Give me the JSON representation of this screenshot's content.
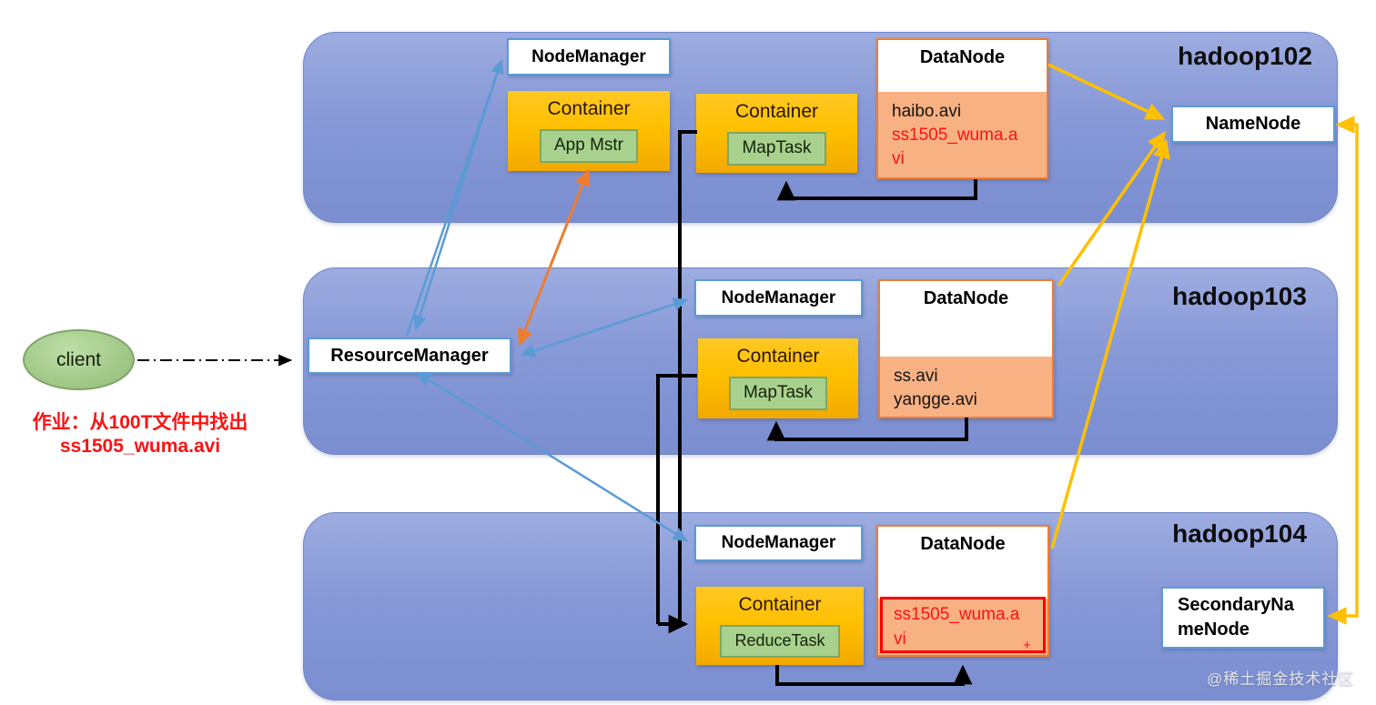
{
  "colors": {
    "band_blue": "#8A9BD8",
    "box_border_blue": "#5B9BD5",
    "container_gold": "#FFC000",
    "task_green": "#A9D18E",
    "file_salmon": "#F8B183",
    "datanode_border_orange": "#ED7D31",
    "arrow_black": "#000000",
    "arrow_blue": "#5B9BD5",
    "arrow_orange": "#ED7D31",
    "arrow_yellow": "#FFC000",
    "highlight_red": "#FE1212"
  },
  "client": {
    "label": "client"
  },
  "job_note": {
    "line1": "作业：从100T文件中找出",
    "line2": "ss1505_wuma.avi"
  },
  "resource_manager": {
    "label": "ResourceManager"
  },
  "hadoop102": {
    "title": "hadoop102",
    "nodemanager": {
      "label": "NodeManager"
    },
    "namenode": {
      "label": "NameNode"
    },
    "container_appmstr": {
      "title": "Container",
      "task": "App Mstr"
    },
    "container_maptask": {
      "title": "Container",
      "task": "MapTask"
    },
    "datanode": {
      "title": "DataNode",
      "files": [
        {
          "text": "haibo.avi",
          "color": "black"
        },
        {
          "text": "ss1505_wuma.a",
          "color": "red"
        },
        {
          "text": "vi",
          "color": "red"
        }
      ]
    }
  },
  "hadoop103": {
    "title": "hadoop103",
    "nodemanager": {
      "label": "NodeManager"
    },
    "container_maptask": {
      "title": "Container",
      "task": "MapTask"
    },
    "datanode": {
      "title": "DataNode",
      "files": [
        {
          "text": "ss.avi",
          "color": "black"
        },
        {
          "text": "yangge.avi",
          "color": "black"
        }
      ]
    }
  },
  "hadoop104": {
    "title": "hadoop104",
    "nodemanager": {
      "label": "NodeManager"
    },
    "secondary_namenode": {
      "line1": "SecondaryNa",
      "line2": "meNode"
    },
    "container_reducetask": {
      "title": "Container",
      "task": "ReduceTask"
    },
    "datanode": {
      "title": "DataNode",
      "files": [
        {
          "text": "ss1505_wuma.a",
          "color": "red"
        },
        {
          "text": "vi",
          "color": "red"
        }
      ],
      "plus": "+"
    }
  },
  "watermark": {
    "label": "@稀土掘金技术社区"
  }
}
